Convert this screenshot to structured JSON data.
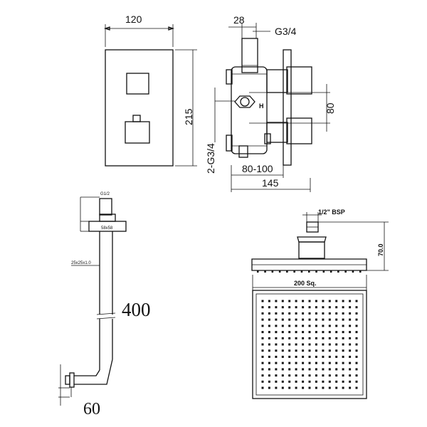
{
  "valve_front": {
    "width_label": "120",
    "height_label": "215"
  },
  "valve_side": {
    "depth_label": "28",
    "outlet_label": "G3/4",
    "spacing_label": "80",
    "inlet_label": "2-G3/4",
    "wall_range_label": "80-100",
    "total_label": "145",
    "hot_mark": "H"
  },
  "shower_arm": {
    "length_label": "400",
    "offset_label": "60",
    "thread_label": "G1/2",
    "flange_label": "58x58",
    "tube_label": "25x25x1.0"
  },
  "shower_head": {
    "connector_label": "1/2\" BSP",
    "height_label": "70.0",
    "size_label": "200 Sq.",
    "nozzle_rows": 15,
    "nozzle_cols": 15
  }
}
